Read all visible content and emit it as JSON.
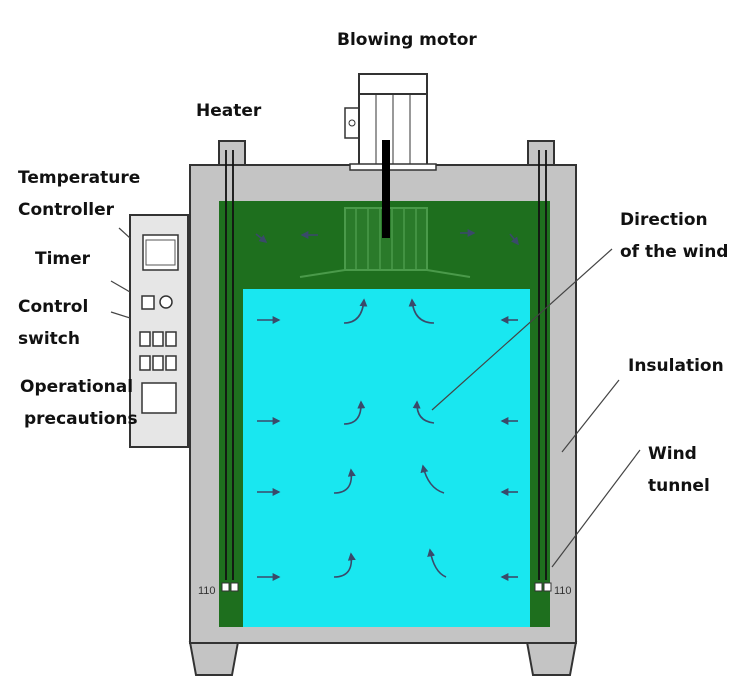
{
  "labels": {
    "blowing_motor": "Blowing motor",
    "heater": "Heater",
    "temperature_controller": [
      "Temperature",
      "Controller"
    ],
    "timer": "Timer",
    "control_switch": [
      "Control",
      "switch"
    ],
    "operational_precautions": [
      "Operational",
      "precautions"
    ],
    "direction_of_wind": [
      "Direction",
      "of the wind"
    ],
    "insulation": "Insulation",
    "wind_tunnel": [
      "Wind",
      "tunnel"
    ]
  },
  "heater_number_left": "110",
  "heater_number_right": "110",
  "colors": {
    "cabinet": "#c4c4c4",
    "air_duct": "#1e6f1e",
    "chamber": "#19e7f0",
    "outline": "#333333"
  }
}
